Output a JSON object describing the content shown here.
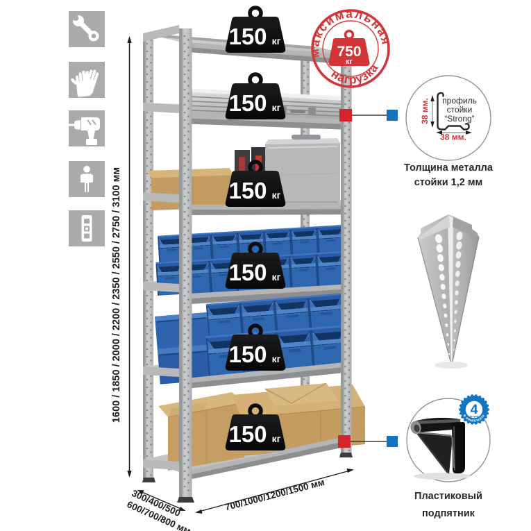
{
  "features": {
    "icons": [
      {
        "name": "wrench"
      },
      {
        "name": "gloves"
      },
      {
        "name": "drill"
      },
      {
        "name": "person"
      },
      {
        "name": "level"
      }
    ]
  },
  "dimensions": {
    "height_values": "1600 / 1850 / 2000 / 2200 / 2350 / 2550 / 2750 / 3100 мм",
    "depth_line1": "300/400/500",
    "depth_line2": "600/700/800 мм",
    "width_values": "700/1000/1200/1500 мм"
  },
  "shelf_load": {
    "value": "150",
    "unit": "кг"
  },
  "max_load": {
    "arc_top": "максимальная",
    "arc_bottom": "нагрузка",
    "value": "750",
    "unit": "кг"
  },
  "post_profile": {
    "label_line1": "профиль",
    "label_line2": "стойки",
    "label_line3": "“Strong”",
    "dim_vertical": "38 мм.",
    "dim_horizontal": "38 мм.",
    "caption_line1": "Толщина металла",
    "caption_line2": "стойки 1,2 мм"
  },
  "foot": {
    "caption_line1": "Пластиковый",
    "caption_line2": "подпятник",
    "badge_count": "4",
    "badge_unit": "штуки",
    "badge_arc": "в комплекте"
  },
  "colors": {
    "icon_gray": "#a9abad",
    "stamp_red": "#d23438",
    "marker_red": "#d3242c",
    "marker_blue": "#1173be",
    "bin_blue": "#2d64ad",
    "weight_black": "#0f0f10"
  }
}
